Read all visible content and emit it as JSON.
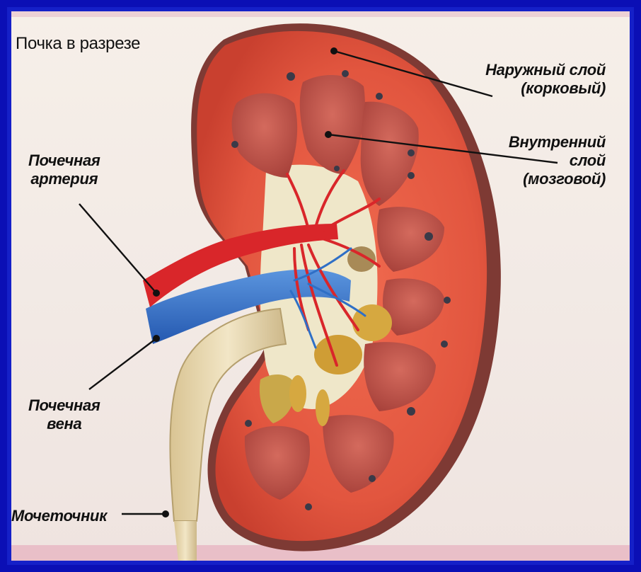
{
  "title": "Почка в разрезе",
  "labels": {
    "cortex": [
      "Наружный слой",
      "(корковый)"
    ],
    "medulla": [
      "Внутренний",
      "слой",
      "(мозговой)"
    ],
    "artery": [
      "Почечная",
      "артерия"
    ],
    "vein": [
      "Почечная",
      "вена"
    ],
    "ureter": "Мочеточник"
  },
  "colors": {
    "cortex": "#e2563f",
    "medulla": "#b8463d",
    "capsule": "#7e3a34",
    "artery": "#d9262a",
    "vein": "#2f6fc6",
    "ureter": "#ead9b2",
    "frame": "#1520c8"
  }
}
